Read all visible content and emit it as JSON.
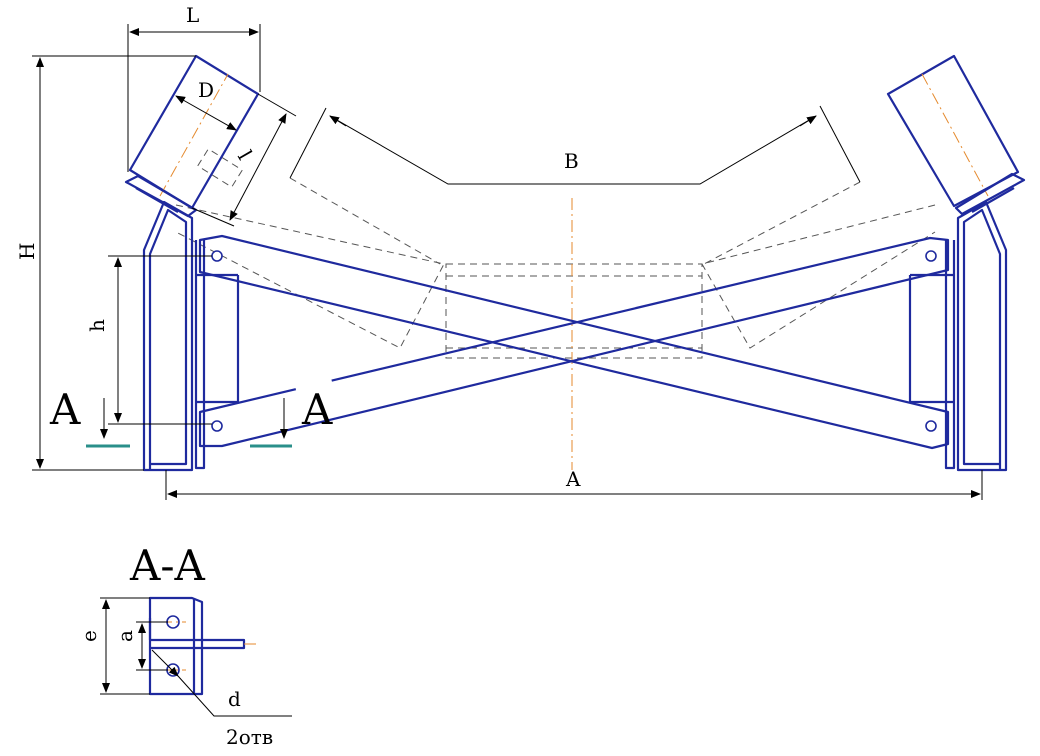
{
  "labels": {
    "L": "L",
    "D": "D",
    "l": "l",
    "B": "B",
    "H": "H",
    "h": "h",
    "A_dim": "A",
    "cut_left": "A",
    "cut_right": "A",
    "section_title": "A-A",
    "e": "e",
    "a": "a",
    "d": "d",
    "holes": "2отв"
  },
  "colors": {
    "frame": "#1f2a9e",
    "axis": "#e58a2e",
    "cut_mark": "#2a8f8a",
    "dimension": "#000000"
  }
}
